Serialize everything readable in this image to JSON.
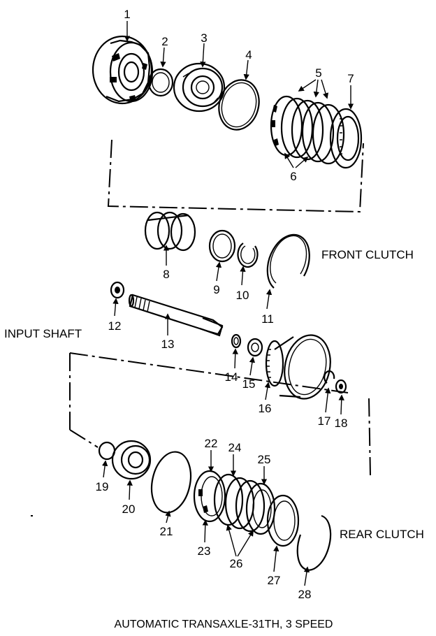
{
  "diagram": {
    "caption": "AUTOMATIC TRANSAXLE-31TH, 3 SPEED",
    "sections": {
      "front_clutch": "FRONT CLUTCH",
      "input_shaft": "INPUT SHAFT",
      "rear_clutch": "REAR CLUTCH"
    },
    "callouts": [
      "1",
      "2",
      "3",
      "4",
      "5",
      "6",
      "7",
      "8",
      "9",
      "10",
      "11",
      "12",
      "13",
      "14",
      "15",
      "16",
      "17",
      "18",
      "19",
      "20",
      "21",
      "22",
      "23",
      "24",
      "25",
      "26",
      "27",
      "28"
    ]
  }
}
